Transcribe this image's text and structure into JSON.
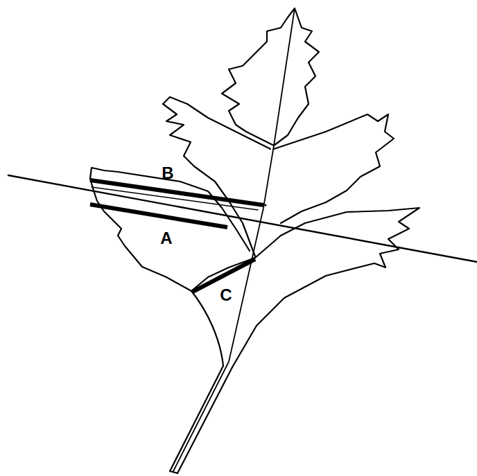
{
  "diagram": {
    "labels": [
      "B",
      "A",
      "C"
    ]
  }
}
